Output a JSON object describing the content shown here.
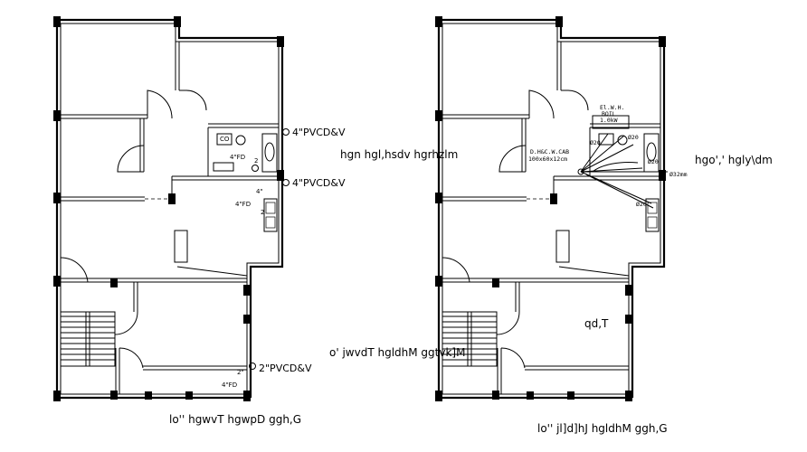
{
  "left_plan": {
    "pipe_labels": [
      "4\"PVCD&V",
      "4\"PVCD&V",
      "2\"PVCD&V"
    ],
    "floor_drains": [
      "4\"FD",
      "4\"FD",
      "4\"FD"
    ],
    "pipe_sizes": [
      "4\"",
      "2\""
    ],
    "fixture_tags": [
      "CO",
      "2",
      "2"
    ],
    "caption": "lo'' hgwvT hgwpD ggh,G"
  },
  "right_plan": {
    "geyser_label": [
      "El.W.H.",
      "BOIL",
      "1.0kW"
    ],
    "cabinet_label": [
      "D.H&C.W.CAB",
      "100x60x12cm"
    ],
    "pipe_diameters": [
      "Ø20",
      "Ø20",
      "Ø20",
      "Ø20"
    ],
    "pipe_main": "Ø32mm",
    "room_label": "qd,T",
    "caption": "lo'' jl]d]hJ hgldhM ggh,G"
  },
  "annotations": {
    "middle_top": "hgn hgl,hsdv hgrhzlm",
    "middle_bottom": "o' jwvdT hgldhM ggtvk]M",
    "right_top": "hgo',' hgly\\dm"
  }
}
